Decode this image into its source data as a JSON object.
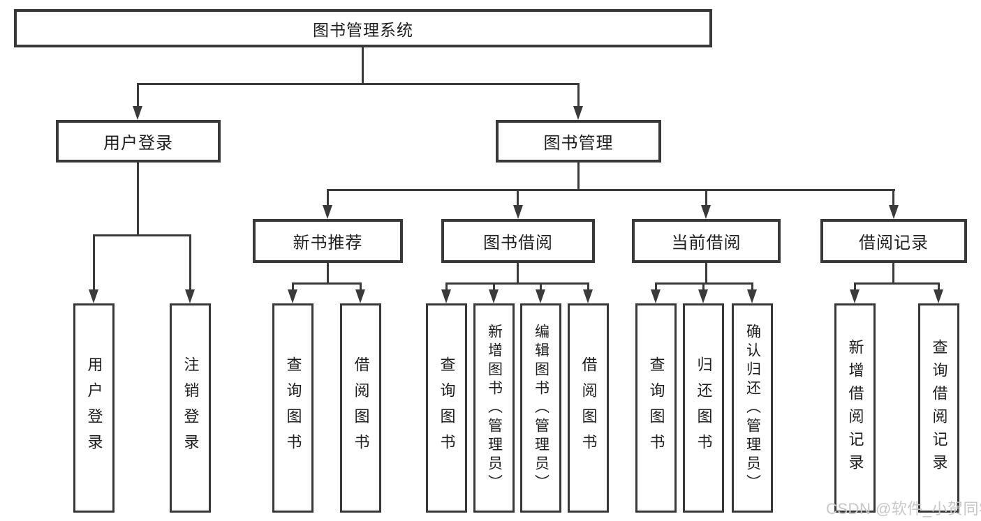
{
  "diagram": {
    "type": "hierarchy-tree",
    "root": {
      "label": "图书管理系统"
    },
    "branches": [
      {
        "label": "用户登录",
        "children": [
          "用户登录",
          "注销登录"
        ]
      },
      {
        "label": "图书管理",
        "children": [
          {
            "label": "新书推荐",
            "children": [
              "查询图书",
              "借阅图书"
            ]
          },
          {
            "label": "图书借阅",
            "children": [
              "查询图书",
              "新增图书（管理员）",
              "编辑图书（管理员）",
              "借阅图书"
            ]
          },
          {
            "label": "当前借阅",
            "children": [
              "查询图书",
              "归还图书",
              "确认归还（管理员）"
            ]
          },
          {
            "label": "借阅记录",
            "children": [
              "新增借阅记录",
              "查询借阅记录"
            ]
          }
        ]
      }
    ],
    "colors": {
      "line": "#3a3a3a",
      "border": "#383838",
      "text": "#1e1e1e",
      "watermark": "#c7c7c7"
    }
  },
  "watermark": "CSDN @软件_小贺同学"
}
